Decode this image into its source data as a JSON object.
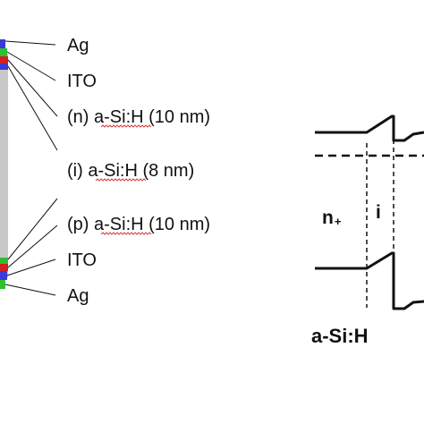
{
  "layer_labels": [
    {
      "prefix": "",
      "material": "Ag",
      "suffix": ""
    },
    {
      "prefix": "",
      "material": "ITO",
      "suffix": ""
    },
    {
      "prefix": "(n) ",
      "material": "a-Si:H",
      "suffix": " (10 nm)"
    },
    {
      "prefix": "(i) ",
      "material": "a-Si:H",
      "suffix": " (8 nm)"
    },
    {
      "prefix": "(p) ",
      "material": "a-Si:H",
      "suffix": " (10 nm)"
    },
    {
      "prefix": "",
      "material": "ITO",
      "suffix": ""
    },
    {
      "prefix": "",
      "material": "Ag",
      "suffix": ""
    }
  ],
  "band_diagram": {
    "n_region": "n",
    "n_superscript": "+",
    "i_region": "i",
    "material_label": "a-Si:H"
  },
  "colors": {
    "line": "#111111",
    "wafer": "#c8c8c8",
    "layer_blue": "#3a3ad8",
    "layer_green": "#2fbf2f",
    "layer_red": "#d02020",
    "spellcheck": "#d04040"
  }
}
